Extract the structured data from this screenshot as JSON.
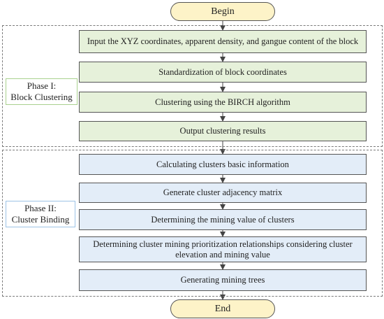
{
  "terminals": {
    "begin": "Begin",
    "end": "End"
  },
  "phase1": {
    "label_line1": "Phase I:",
    "label_line2": "Block Clustering",
    "steps": [
      "Input the XYZ coordinates, apparent density, and gangue content of the block",
      "Standardization of block coordinates",
      "Clustering using the BIRCH algorithm",
      "Output clustering results"
    ]
  },
  "phase2": {
    "label_line1": "Phase II:",
    "label_line2": "Cluster Binding",
    "steps": [
      "Calculating clusters basic information",
      "Generate cluster adjacency matrix",
      "Determining the mining value of clusters",
      "Determining cluster mining prioritization relationships considering cluster elevation and mining value",
      "Generating mining trees"
    ]
  },
  "colors": {
    "phase1_fill": "#e6f1da",
    "phase2_fill": "#e3edf8",
    "terminal_fill": "#fdf3c8",
    "phase1_border": "#a9d18e",
    "phase2_border": "#9dc3e6"
  }
}
